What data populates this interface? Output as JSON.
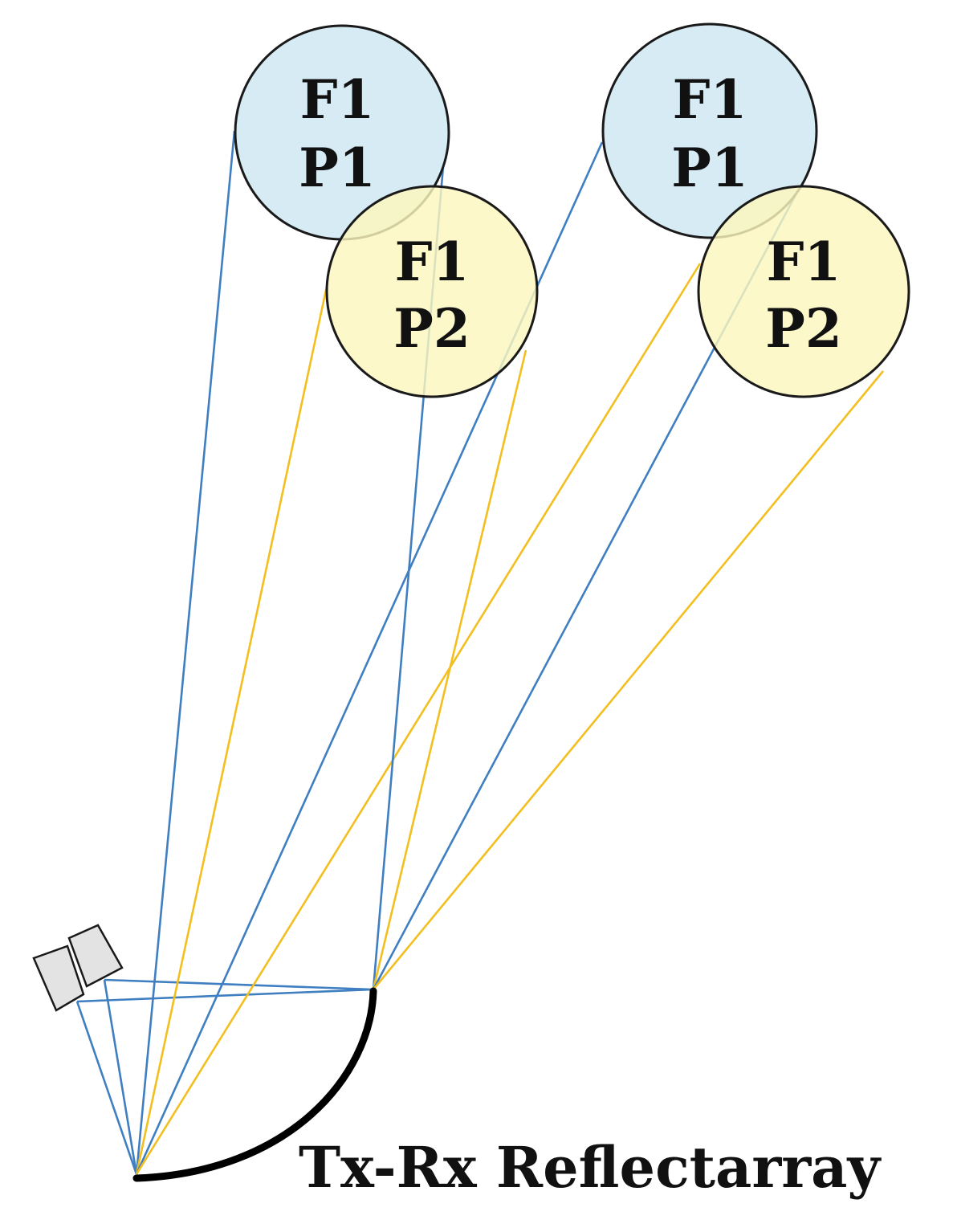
{
  "colors": {
    "blue_ray": "#3f7fc1",
    "yellow_ray": "#f2bf1f",
    "p1_fill": "#d6ebf4",
    "p2_fill": "#fbf7bd",
    "outline": "#1a1a1a",
    "reflector": "#000000",
    "feed_fill": "#e3e3e3"
  },
  "beams": [
    {
      "id": "left-p1",
      "freq": "F1",
      "pol": "P1",
      "type": "p1"
    },
    {
      "id": "left-p2",
      "freq": "F1",
      "pol": "P2",
      "type": "p2"
    },
    {
      "id": "right-p1",
      "freq": "F1",
      "pol": "P1",
      "type": "p1"
    },
    {
      "id": "right-p2",
      "freq": "F1",
      "pol": "P2",
      "type": "p2"
    }
  ],
  "reflectarray": {
    "label": "Tx-Rx Reflectarray",
    "icon": "curved-reflector"
  },
  "feed": {
    "icon": "dual-horn-feed-icon"
  }
}
